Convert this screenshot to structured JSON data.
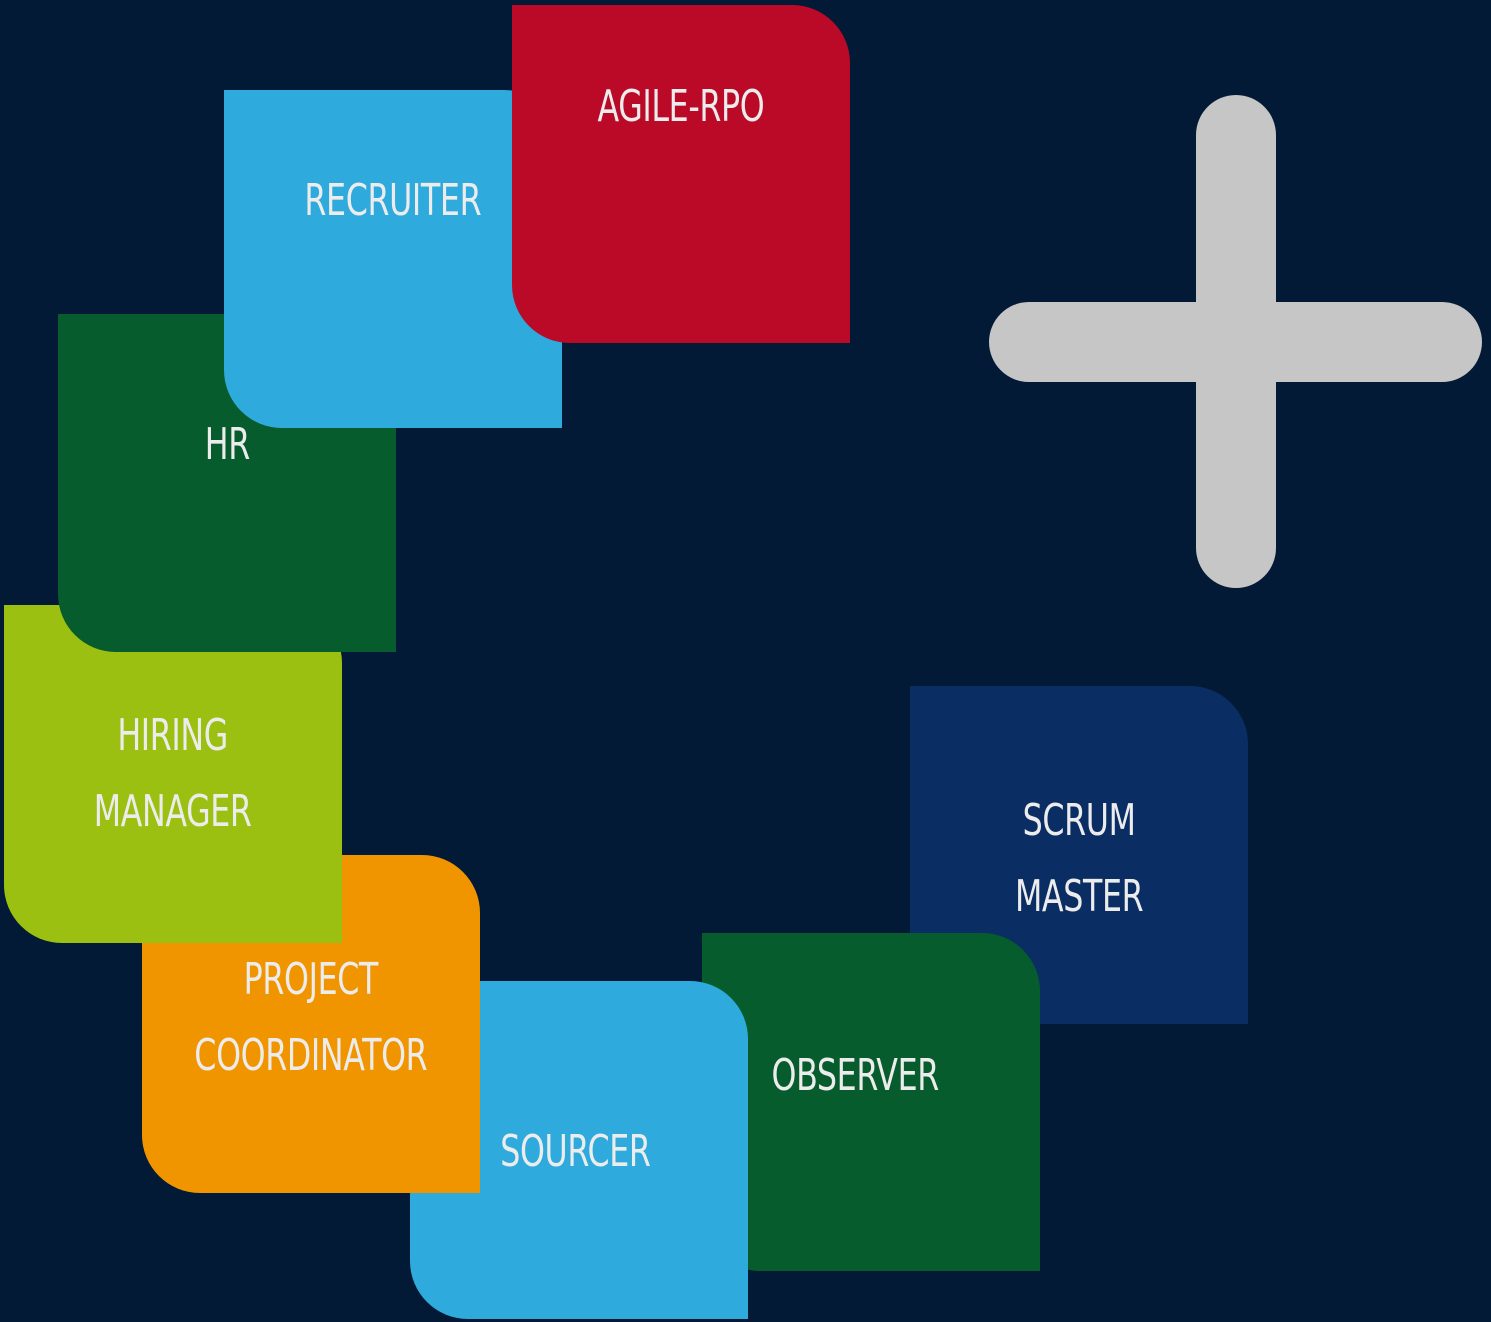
{
  "colors": {
    "background": "#021a35",
    "label_text": "#ececec",
    "plus_sign": "#c6c6c6"
  },
  "plus_icon": "plus-icon",
  "roles": [
    {
      "id": "agile",
      "lines": [
        "AGILE-RPO"
      ],
      "color": "#ba0a28"
    },
    {
      "id": "recruiter",
      "lines": [
        "RECRUITER"
      ],
      "color": "#2faadc"
    },
    {
      "id": "hr",
      "lines": [
        "HR"
      ],
      "color": "#065c2c"
    },
    {
      "id": "hiring",
      "lines": [
        "HIRING",
        "MANAGER"
      ],
      "color": "#9bc011"
    },
    {
      "id": "project",
      "lines": [
        "PROJECT",
        "COORDINATOR"
      ],
      "color": "#f09500"
    },
    {
      "id": "sourcer",
      "lines": [
        "SOURCER"
      ],
      "color": "#2faadc"
    },
    {
      "id": "observer",
      "lines": [
        "OBSERVER"
      ],
      "color": "#065c2c"
    },
    {
      "id": "scrum",
      "lines": [
        "SCRUM",
        "MASTER"
      ],
      "color": "#0a2e63"
    }
  ]
}
